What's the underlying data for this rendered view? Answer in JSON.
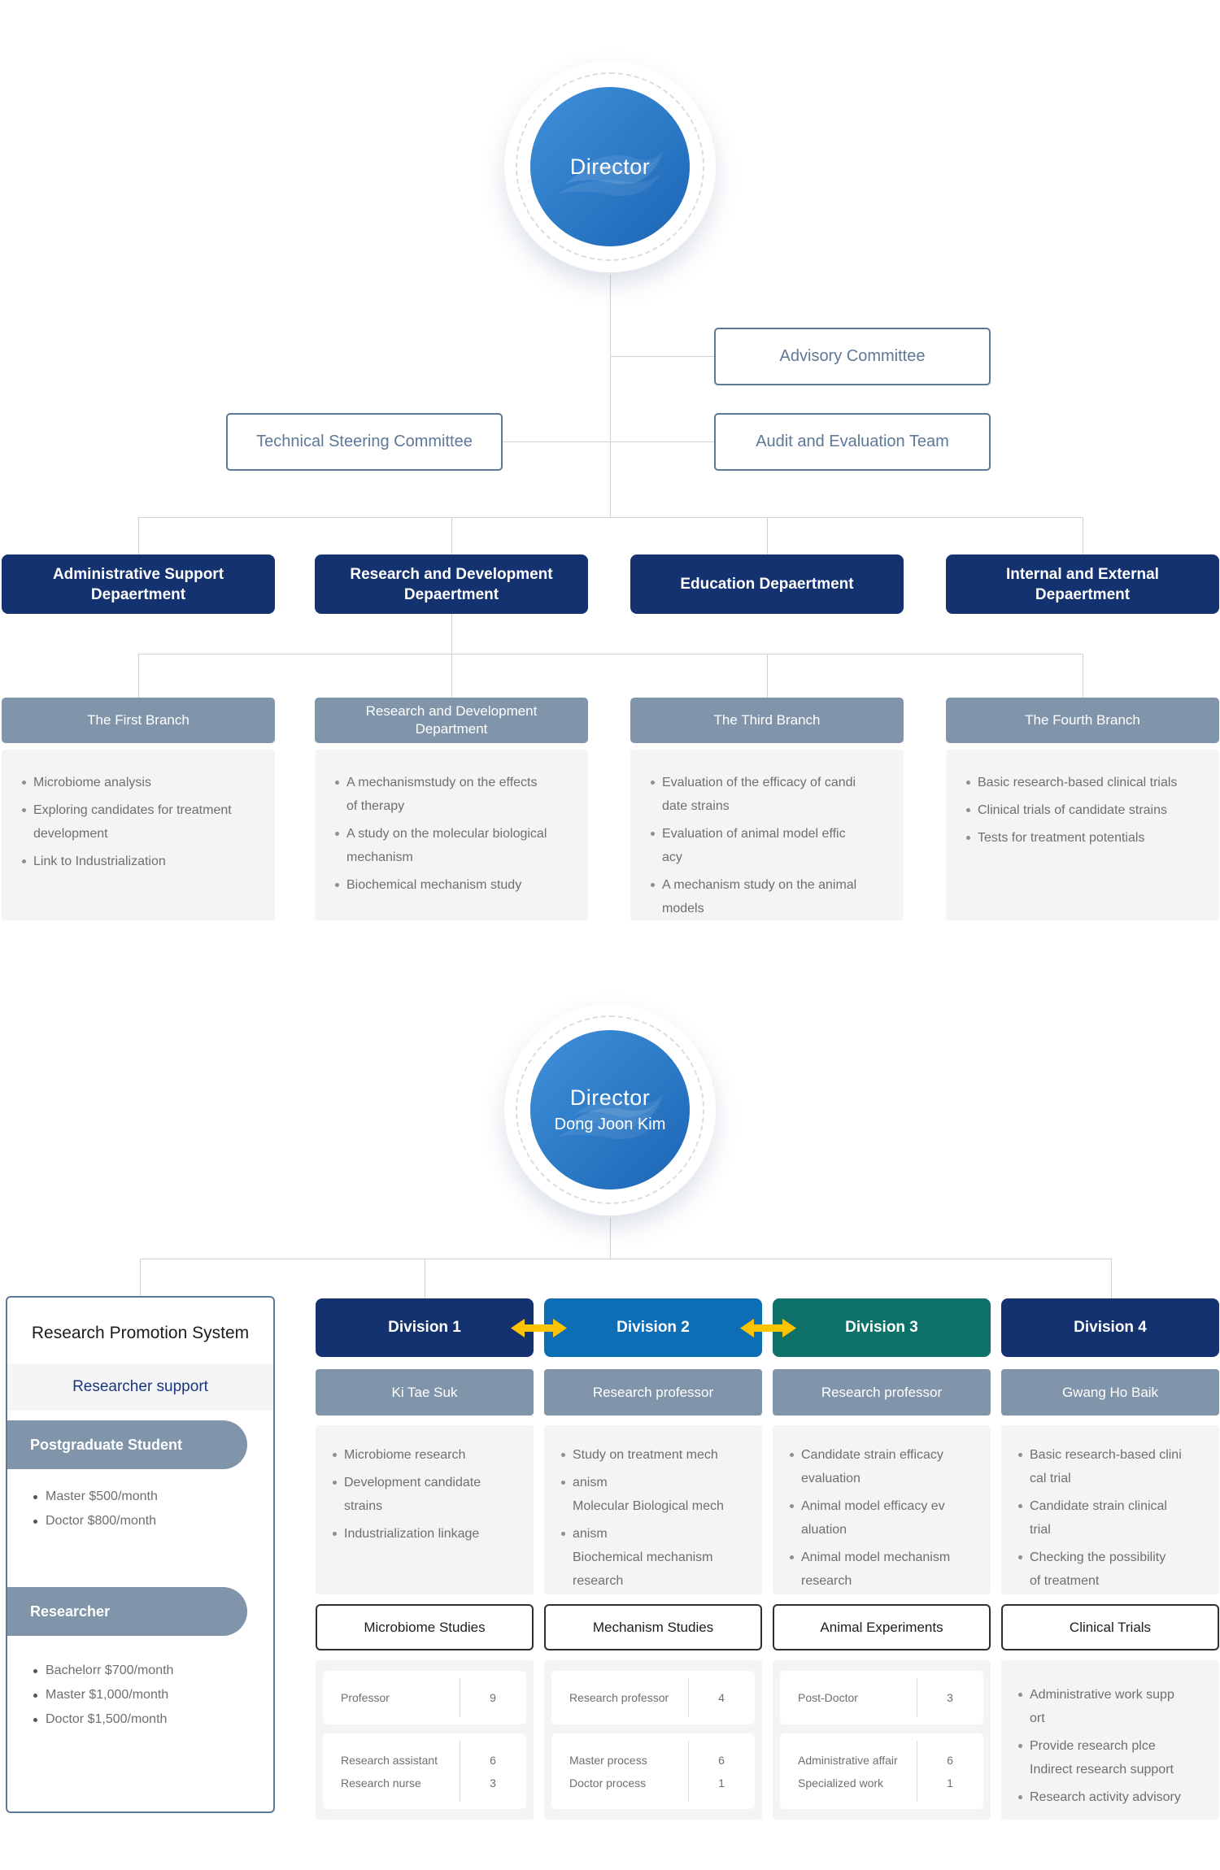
{
  "colors": {
    "navy": "#14326F",
    "division_blue": "#0D6DB5",
    "division_teal": "#0E7169",
    "bar_gray": "#8094AA",
    "panel_gray": "#F4F4F6",
    "outline_slate": "#5E7897",
    "arrow_yellow": "#FFC400",
    "support_navy": "#17387E",
    "circle_blue_start": "#3F90DA",
    "circle_blue_end": "#1C66B5"
  },
  "top": {
    "director_label": "Director",
    "committees": {
      "advisory": "Advisory Committee",
      "technical": "Technical Steering Committee",
      "audit": "Audit and Evaluation Team"
    },
    "columns": [
      {
        "department_lines": [
          "Administrative Support",
          "Depaertment"
        ],
        "branch_lines": [
          "The First Branch"
        ],
        "bullets": [
          {
            "lines": [
              "Microbiome analysis"
            ]
          },
          {
            "lines": [
              "Exploring candidates for treatment",
              "development"
            ]
          },
          {
            "lines": [
              "Link to Industrialization"
            ]
          }
        ]
      },
      {
        "department_lines": [
          "Research and Development",
          "Depaertment"
        ],
        "branch_lines": [
          "Research and Development",
          "Department"
        ],
        "bullets": [
          {
            "lines": [
              "A mechanismstudy on the effects",
              "of therapy"
            ]
          },
          {
            "lines": [
              "A study on the molecular biological",
              "mechanism"
            ]
          },
          {
            "lines": [
              "Biochemical mechanism study"
            ]
          }
        ]
      },
      {
        "department_lines": [
          "Education Depaertment"
        ],
        "branch_lines": [
          "The Third Branch"
        ],
        "bullets": [
          {
            "lines": [
              "Evaluation of the efficacy of candi",
              "date strains"
            ]
          },
          {
            "lines": [
              "Evaluation of animal model effic",
              "acy"
            ]
          },
          {
            "lines": [
              "A mechanism study on the animal",
              "models"
            ]
          }
        ]
      },
      {
        "department_lines": [
          "Internal and External",
          "Depaertment"
        ],
        "branch_lines": [
          "The Fourth Branch"
        ],
        "bullets": [
          {
            "lines": [
              "Basic research-based clinical trials"
            ]
          },
          {
            "lines": [
              "Clinical trials of candidate strains"
            ]
          },
          {
            "lines": [
              "Tests for treatment potentials"
            ]
          }
        ]
      }
    ]
  },
  "bottom": {
    "director_label": "Director",
    "director_name": "Dong Joon Kim",
    "promotion": {
      "title": "Research Promotion System",
      "subtitle": "Researcher support",
      "groups": [
        {
          "pill": "Postgraduate Student",
          "bullets": [
            "Master $500/month",
            "Doctor $800/month"
          ]
        },
        {
          "pill": "Researcher",
          "bullets": [
            "Bachelorr $700/month",
            "Master $1,000/month",
            "Doctor $1,500/month"
          ]
        }
      ]
    },
    "divisions": [
      {
        "label": "Division 1",
        "accent": "#14326F",
        "head": "Ki Tae Suk",
        "bullets": [
          {
            "lines": [
              "Microbiome research"
            ]
          },
          {
            "lines": [
              "Development candidate",
              "strains"
            ]
          },
          {
            "lines": [
              "Industrialization linkage"
            ]
          }
        ],
        "study": "Microbiome Studies",
        "staff_cards": [
          {
            "rows": [
              {
                "label": "Professor",
                "count": "9"
              }
            ]
          },
          {
            "rows": [
              {
                "label": "Research assistant",
                "count": "6"
              },
              {
                "label": "Research nurse",
                "count": "3"
              }
            ]
          }
        ]
      },
      {
        "label": "Division 2",
        "accent": "#0D6DB5",
        "head": "Research professor",
        "bullets": [
          {
            "lines": [
              "Study on treatment mech"
            ]
          },
          {
            "lines": [
              "anism",
              "Molecular Biological mech"
            ]
          },
          {
            "lines": [
              "anism",
              "Biochemical mechanism",
              "research"
            ]
          }
        ],
        "study": "Mechanism Studies",
        "staff_cards": [
          {
            "rows": [
              {
                "label": "Research professor",
                "count": "4"
              }
            ]
          },
          {
            "rows": [
              {
                "label": "Master process",
                "count": "6"
              },
              {
                "label": "Doctor process",
                "count": "1"
              }
            ]
          }
        ]
      },
      {
        "label": "Division 3",
        "accent": "#0E7169",
        "head": "Research professor",
        "bullets": [
          {
            "lines": [
              "Candidate strain efficacy",
              "evaluation"
            ]
          },
          {
            "lines": [
              "Animal model efficacy ev",
              "aluation"
            ]
          },
          {
            "lines": [
              "Animal model mechanism",
              "research"
            ]
          }
        ],
        "study": "Animal Experiments",
        "staff_cards": [
          {
            "rows": [
              {
                "label": "Post-Doctor",
                "count": "3"
              }
            ]
          },
          {
            "rows": [
              {
                "label": "Administrative affair",
                "count": "6"
              },
              {
                "label": "Specialized work",
                "count": "1"
              }
            ]
          }
        ]
      },
      {
        "label": "Division 4",
        "accent": "#14326F",
        "head": "Gwang Ho Baik",
        "bullets": [
          {
            "lines": [
              "Basic research-based clini",
              "cal trial"
            ]
          },
          {
            "lines": [
              "Candidate strain clinical",
              "trial"
            ]
          },
          {
            "lines": [
              "Checking the possibility",
              "of treatment"
            ]
          }
        ],
        "study": "Clinical Trials",
        "staff_bullets": [
          {
            "lines": [
              "Administrative work supp",
              "ort"
            ]
          },
          {
            "lines": [
              "Provide research plce",
              "Indirect research support"
            ]
          },
          {
            "lines": [
              "Research activity advisory"
            ]
          }
        ]
      }
    ]
  }
}
